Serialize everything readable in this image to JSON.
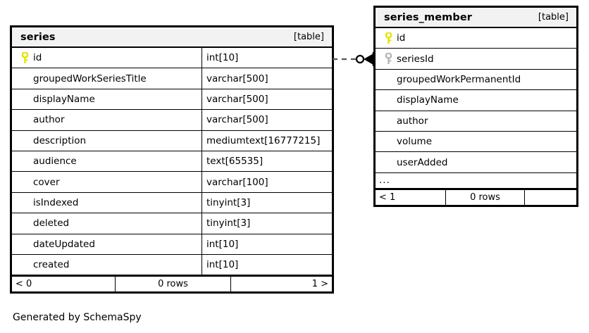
{
  "diagram": {
    "caption": "Generated by SchemaSpy",
    "table_tag": "[table]",
    "key_colors": {
      "primary": "#e8e800",
      "foreign": "#b0b0b0"
    }
  },
  "tables": [
    {
      "id": "series",
      "name": "series",
      "tag": "[table]",
      "columns": [
        {
          "name": "id",
          "type": "int[10]",
          "key": "primary"
        },
        {
          "name": "groupedWorkSeriesTitle",
          "type": "varchar[500]",
          "key": "none"
        },
        {
          "name": "displayName",
          "type": "varchar[500]",
          "key": "none"
        },
        {
          "name": "author",
          "type": "varchar[500]",
          "key": "none"
        },
        {
          "name": "description",
          "type": "mediumtext[16777215]",
          "key": "none"
        },
        {
          "name": "audience",
          "type": "text[65535]",
          "key": "none"
        },
        {
          "name": "cover",
          "type": "varchar[100]",
          "key": "none"
        },
        {
          "name": "isIndexed",
          "type": "tinyint[3]",
          "key": "none"
        },
        {
          "name": "deleted",
          "type": "tinyint[3]",
          "key": "none"
        },
        {
          "name": "dateUpdated",
          "type": "int[10]",
          "key": "none"
        },
        {
          "name": "created",
          "type": "int[10]",
          "key": "none"
        }
      ],
      "has_ellipsis": false,
      "footer": {
        "prev": "< 0",
        "rows": "0 rows",
        "next": "1 >"
      }
    },
    {
      "id": "series_member",
      "name": "series_member",
      "tag": "[table]",
      "columns": [
        {
          "name": "id",
          "type": "",
          "key": "primary"
        },
        {
          "name": "seriesId",
          "type": "",
          "key": "foreign"
        },
        {
          "name": "groupedWorkPermanentId",
          "type": "",
          "key": "none"
        },
        {
          "name": "displayName",
          "type": "",
          "key": "none"
        },
        {
          "name": "author",
          "type": "",
          "key": "none"
        },
        {
          "name": "volume",
          "type": "",
          "key": "none"
        },
        {
          "name": "userAdded",
          "type": "",
          "key": "none"
        }
      ],
      "has_ellipsis": true,
      "ellipsis": "...",
      "footer": {
        "prev": "< 1",
        "rows": "0 rows",
        "next": ""
      }
    }
  ],
  "relationship": {
    "from_table": "series",
    "from_column": "id",
    "to_table": "series_member",
    "to_column": "seriesId",
    "line_style": "dashed",
    "source_marker": "circle-optional",
    "target_marker": "crows-foot-many"
  }
}
